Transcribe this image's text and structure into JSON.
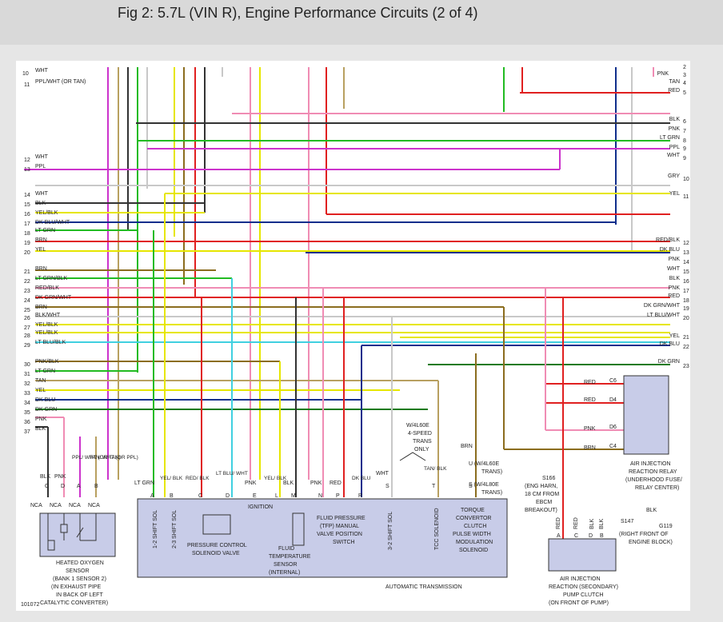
{
  "header": {
    "title": "Fig 2: 5.7L (VIN R), Engine Performance Circuits (2 of 4)"
  },
  "colors": {
    "header_bg": "#d9d9d9",
    "page_bg": "#e6e6e6",
    "component_fill": "#c8cce8",
    "wire": {
      "WHT": "#c8c8c8",
      "PPL": "#cc33cc",
      "BLK": "#333333",
      "YEL": "#e6e600",
      "BRN": "#8b6d1f",
      "RED": "#e02020",
      "PNK": "#f08cb4",
      "TAN": "#b8a060",
      "GRN": "#22bb22",
      "DKBLU": "#102e8c",
      "DKGRN": "#1a7a1a",
      "LTBLU": "#40d0e0"
    }
  },
  "left_wires": [
    {
      "num": "10",
      "label": "WHT"
    },
    {
      "num": "11",
      "label": "PPL/WHT (OR TAN)"
    },
    {
      "num": "12",
      "label": "WHT"
    },
    {
      "num": "13",
      "label": "PPL"
    },
    {
      "num": "14",
      "label": "WHT"
    },
    {
      "num": "15",
      "label": "BLK"
    },
    {
      "num": "16",
      "label": "YEL/BLK"
    },
    {
      "num": "17",
      "label": "DK BLU/WHT"
    },
    {
      "num": "18",
      "label": "LT GRN"
    },
    {
      "num": "19",
      "label": "BRN"
    },
    {
      "num": "20",
      "label": "YEL"
    },
    {
      "num": "21",
      "label": "BRN"
    },
    {
      "num": "22",
      "label": "LT GRN/BLK"
    },
    {
      "num": "23",
      "label": "RED/BLK"
    },
    {
      "num": "24",
      "label": "DK GRN/WHT"
    },
    {
      "num": "25",
      "label": "BRN"
    },
    {
      "num": "26",
      "label": "BLK/WHT"
    },
    {
      "num": "27",
      "label": "YEL/BLK"
    },
    {
      "num": "28",
      "label": "YEL/BLK"
    },
    {
      "num": "29",
      "label": "LT BLU/BLK"
    },
    {
      "num": "30",
      "label": "PNK/BLK"
    },
    {
      "num": "31",
      "label": "LT GRN"
    },
    {
      "num": "32",
      "label": "TAN"
    },
    {
      "num": "33",
      "label": "YEL"
    },
    {
      "num": "34",
      "label": "DK BLU"
    },
    {
      "num": "35",
      "label": "DK GRN"
    },
    {
      "num": "36",
      "label": "PNK"
    },
    {
      "num": "37",
      "label": "BLK"
    }
  ],
  "right_wires": [
    {
      "num": "2",
      "label": ""
    },
    {
      "num": "3",
      "label": "PNK"
    },
    {
      "num": "4",
      "label": "TAN"
    },
    {
      "num": "5",
      "label": "RED"
    },
    {
      "num": "6",
      "label": "BLK"
    },
    {
      "num": "7",
      "label": "PNK"
    },
    {
      "num": "8",
      "label": "LT GRN"
    },
    {
      "num": "9",
      "label": "PPL"
    },
    {
      "num": "9",
      "label": "WHT"
    },
    {
      "num": "10",
      "label": "GRY"
    },
    {
      "num": "11",
      "label": "YEL"
    },
    {
      "num": "12",
      "label": "RED/BLK"
    },
    {
      "num": "13",
      "label": "DK BLU"
    },
    {
      "num": "14",
      "label": "PNK"
    },
    {
      "num": "15",
      "label": "WHT"
    },
    {
      "num": "16",
      "label": "BLK"
    },
    {
      "num": "17",
      "label": "PNK"
    },
    {
      "num": "18",
      "label": "RED"
    },
    {
      "num": "19",
      "label": "DK GRN/WHT"
    },
    {
      "num": "20",
      "label": "LT BLU/WHT"
    },
    {
      "num": "21",
      "label": "YEL"
    },
    {
      "num": "22",
      "label": "DK BLU"
    },
    {
      "num": "23",
      "label": "DK GRN"
    }
  ],
  "o2_sensor": {
    "pin_colors": [
      "BLK",
      "PNK",
      "PPL/ WHT (OR TAN)",
      "TAN/ WHT (OR PPL)"
    ],
    "pins": [
      "C",
      "D",
      "A",
      "B"
    ],
    "nca": [
      "NCA",
      "NCA",
      "NCA",
      "NCA"
    ],
    "name": [
      "HEATED OXYGEN",
      "SENSOR",
      "(BANK 1 SENSOR 2)",
      "(IN EXHAUST PIPE",
      "IN BACK OF LEFT",
      "CATALYTIC CONVERTER)"
    ]
  },
  "trans": {
    "pin_colors": [
      "LT GRN",
      "YEL/ BLK",
      "RED/ BLK",
      "LT BLU/ WHT",
      "PNK",
      "YEL/ BLK",
      "BLK",
      "PNK",
      "RED",
      "DK BLU",
      "WHT",
      "TAN/ BLK",
      "BRN"
    ],
    "pins": [
      "A",
      "B",
      "C",
      "D",
      "E",
      "L",
      "M",
      "N",
      "P",
      "R",
      "S",
      "T",
      "S"
    ],
    "ignition": "IGNITION",
    "sol_12": "1-2 SHIFT SOL",
    "sol_23": "2-3 SHIFT SOL",
    "sol_32": "3-2 SHIFT SOL",
    "tcc": "TCC SOLENOID",
    "pcs": [
      "PRESSURE CONTROL",
      "SOLENOID VALVE"
    ],
    "fluid_temp": [
      "FLUID",
      "TEMPERATURE",
      "SENSOR",
      "(INTERNAL)"
    ],
    "tfp": [
      "FLUID PRESSURE",
      "(TFP) MANUAL",
      "VALVE POSITION",
      "SWITCH"
    ],
    "tcc_pwm": [
      "TORQUE",
      "CONVERTOR",
      "CLUTCH",
      "PULSE WIDTH",
      "MODULATION",
      "SOLENOID"
    ],
    "note_4l60e": [
      "W/4L60E",
      "4-SPEED",
      "TRANS",
      "ONLY"
    ],
    "u_note": "U  (W/4L60E",
    "u_note2": "TRANS)",
    "s_note": "S  (W/4L80E",
    "s_note2": "TRANS)",
    "name": "AUTOMATIC TRANSMISSION"
  },
  "relay": {
    "colors": [
      "RED",
      "RED",
      "PNK",
      "BRN"
    ],
    "pins": [
      "C6",
      "D4",
      "D6",
      "C4"
    ],
    "name": [
      "AIR INJECTION",
      "REACTION RELAY",
      "(UNDERHOOD FUSE/",
      "RELAY CENTER)"
    ]
  },
  "pump": {
    "splice": "S166",
    "splice_desc": [
      "(ENG HARN,",
      "18 CM FROM",
      "EBCM",
      "BREAKOUT)"
    ],
    "wire_colors": [
      "RED",
      "RED",
      "BLK",
      "BLK"
    ],
    "pins": [
      "A",
      "C",
      "D",
      "B"
    ],
    "blk": "BLK",
    "s147": "S147",
    "g119": [
      "G119",
      "(RIGHT FRONT OF",
      "ENGINE BLOCK)"
    ],
    "name": [
      "AIR INJECTION",
      "REACTION (SECONDARY)",
      "PUMP CLUTCH",
      "(ON FRONT OF PUMP)"
    ]
  },
  "footer_code": "101072"
}
